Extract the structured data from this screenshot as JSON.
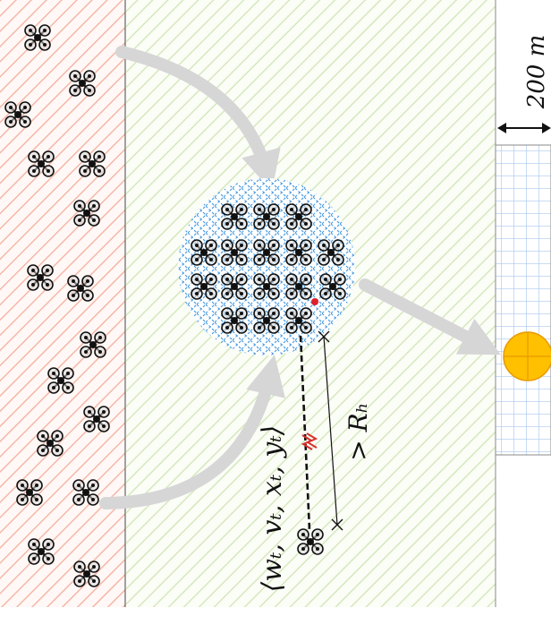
{
  "labels": {
    "distance": "200 m",
    "range": "> Rₕ",
    "state": "⟨wₜ, vₜ, xₜ, yₜ⟩"
  },
  "regions": {
    "left_zone": {
      "hatch_color": "#f4b8a8"
    },
    "middle_zone": {
      "hatch_color": "#cfe3b0"
    },
    "target_zone": {
      "grid_color": "#aac8ee"
    },
    "swarm_zone": {
      "hatch_color": "#4a9be0"
    }
  },
  "colors": {
    "arrow": "#d6d6d6",
    "target": "#ffc000",
    "target_stroke": "#e89a00",
    "link": "#111111",
    "broken_link": "#d9302c",
    "leader": "#e0202a"
  },
  "icons": {
    "drone": "quadcopter-icon",
    "target": "target-icon",
    "broken_link": "lightning-icon"
  }
}
